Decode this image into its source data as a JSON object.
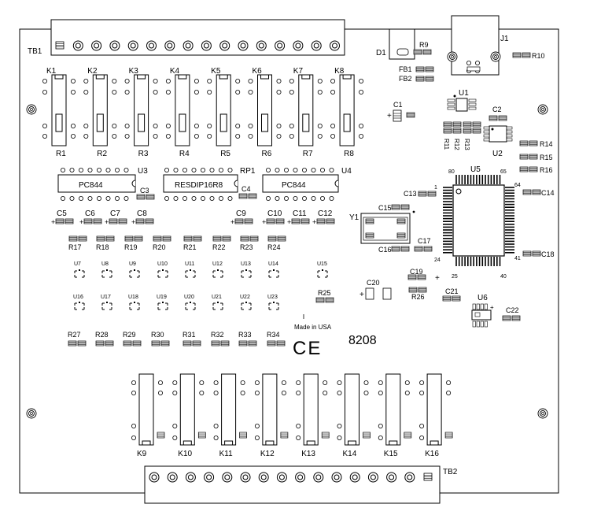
{
  "board": {
    "terminal_block_top": "TB1",
    "terminal_block_bottom": "TB2",
    "connector_jack": "J1",
    "diode": "D1",
    "ferrite_beads": [
      "FB1",
      "FB2"
    ],
    "crystal": "Y1",
    "made_in": "Made in USA",
    "part_number": "8208",
    "ce_mark": "CE"
  },
  "top_relays": [
    "K1",
    "K2",
    "K3",
    "K4",
    "K5",
    "K6",
    "K7",
    "K8"
  ],
  "bottom_relays": [
    "K9",
    "K10",
    "K11",
    "K12",
    "K13",
    "K14",
    "K15",
    "K16"
  ],
  "relay_resistors": [
    "R1",
    "R2",
    "R3",
    "R4",
    "R5",
    "R6",
    "R7",
    "R8"
  ],
  "ics": {
    "u3": "U3",
    "u3_label": "PC844",
    "rp1": "RP1",
    "rp1_label": "RESDIP16R8",
    "u4": "U4",
    "u4_label": "PC844",
    "u1": "U1",
    "u2": "U2",
    "u5": "U5",
    "u6": "U6"
  },
  "u5_pins": [
    "1",
    "80",
    "65",
    "64",
    "41",
    "40",
    "25",
    "24"
  ],
  "caps_row": [
    "C5",
    "C6",
    "C7",
    "C8",
    "C9",
    "C10",
    "C11",
    "C12"
  ],
  "caps_misc": {
    "c1": "C1",
    "c2": "C2",
    "c3": "C3",
    "c4": "C4",
    "c13": "C13",
    "c14": "C14",
    "c15": "C15",
    "c16": "C16",
    "c17": "C17",
    "c18": "C18",
    "c19": "C19",
    "c20": "C20",
    "c21": "C21",
    "c22": "C22"
  },
  "resistor_row1": [
    "R17",
    "R18",
    "R19",
    "R20",
    "R21",
    "R22",
    "R23",
    "R24"
  ],
  "resistor_row2": [
    "R27",
    "R28",
    "R29",
    "R30",
    "R31",
    "R32",
    "R33",
    "R34"
  ],
  "u_row1": [
    "U7",
    "U8",
    "U9",
    "U10",
    "U11",
    "U12",
    "U13",
    "U14"
  ],
  "u_row2": [
    "U16",
    "U17",
    "U18",
    "U19",
    "U20",
    "U21",
    "U22",
    "U23"
  ],
  "misc_parts": {
    "r9": "R9",
    "r10": "R10",
    "r11": "R11",
    "r12": "R12",
    "r13": "R13",
    "r14": "R14",
    "r15": "R15",
    "r16": "R16",
    "r25": "R25",
    "r26": "R26",
    "u15": "U15"
  }
}
